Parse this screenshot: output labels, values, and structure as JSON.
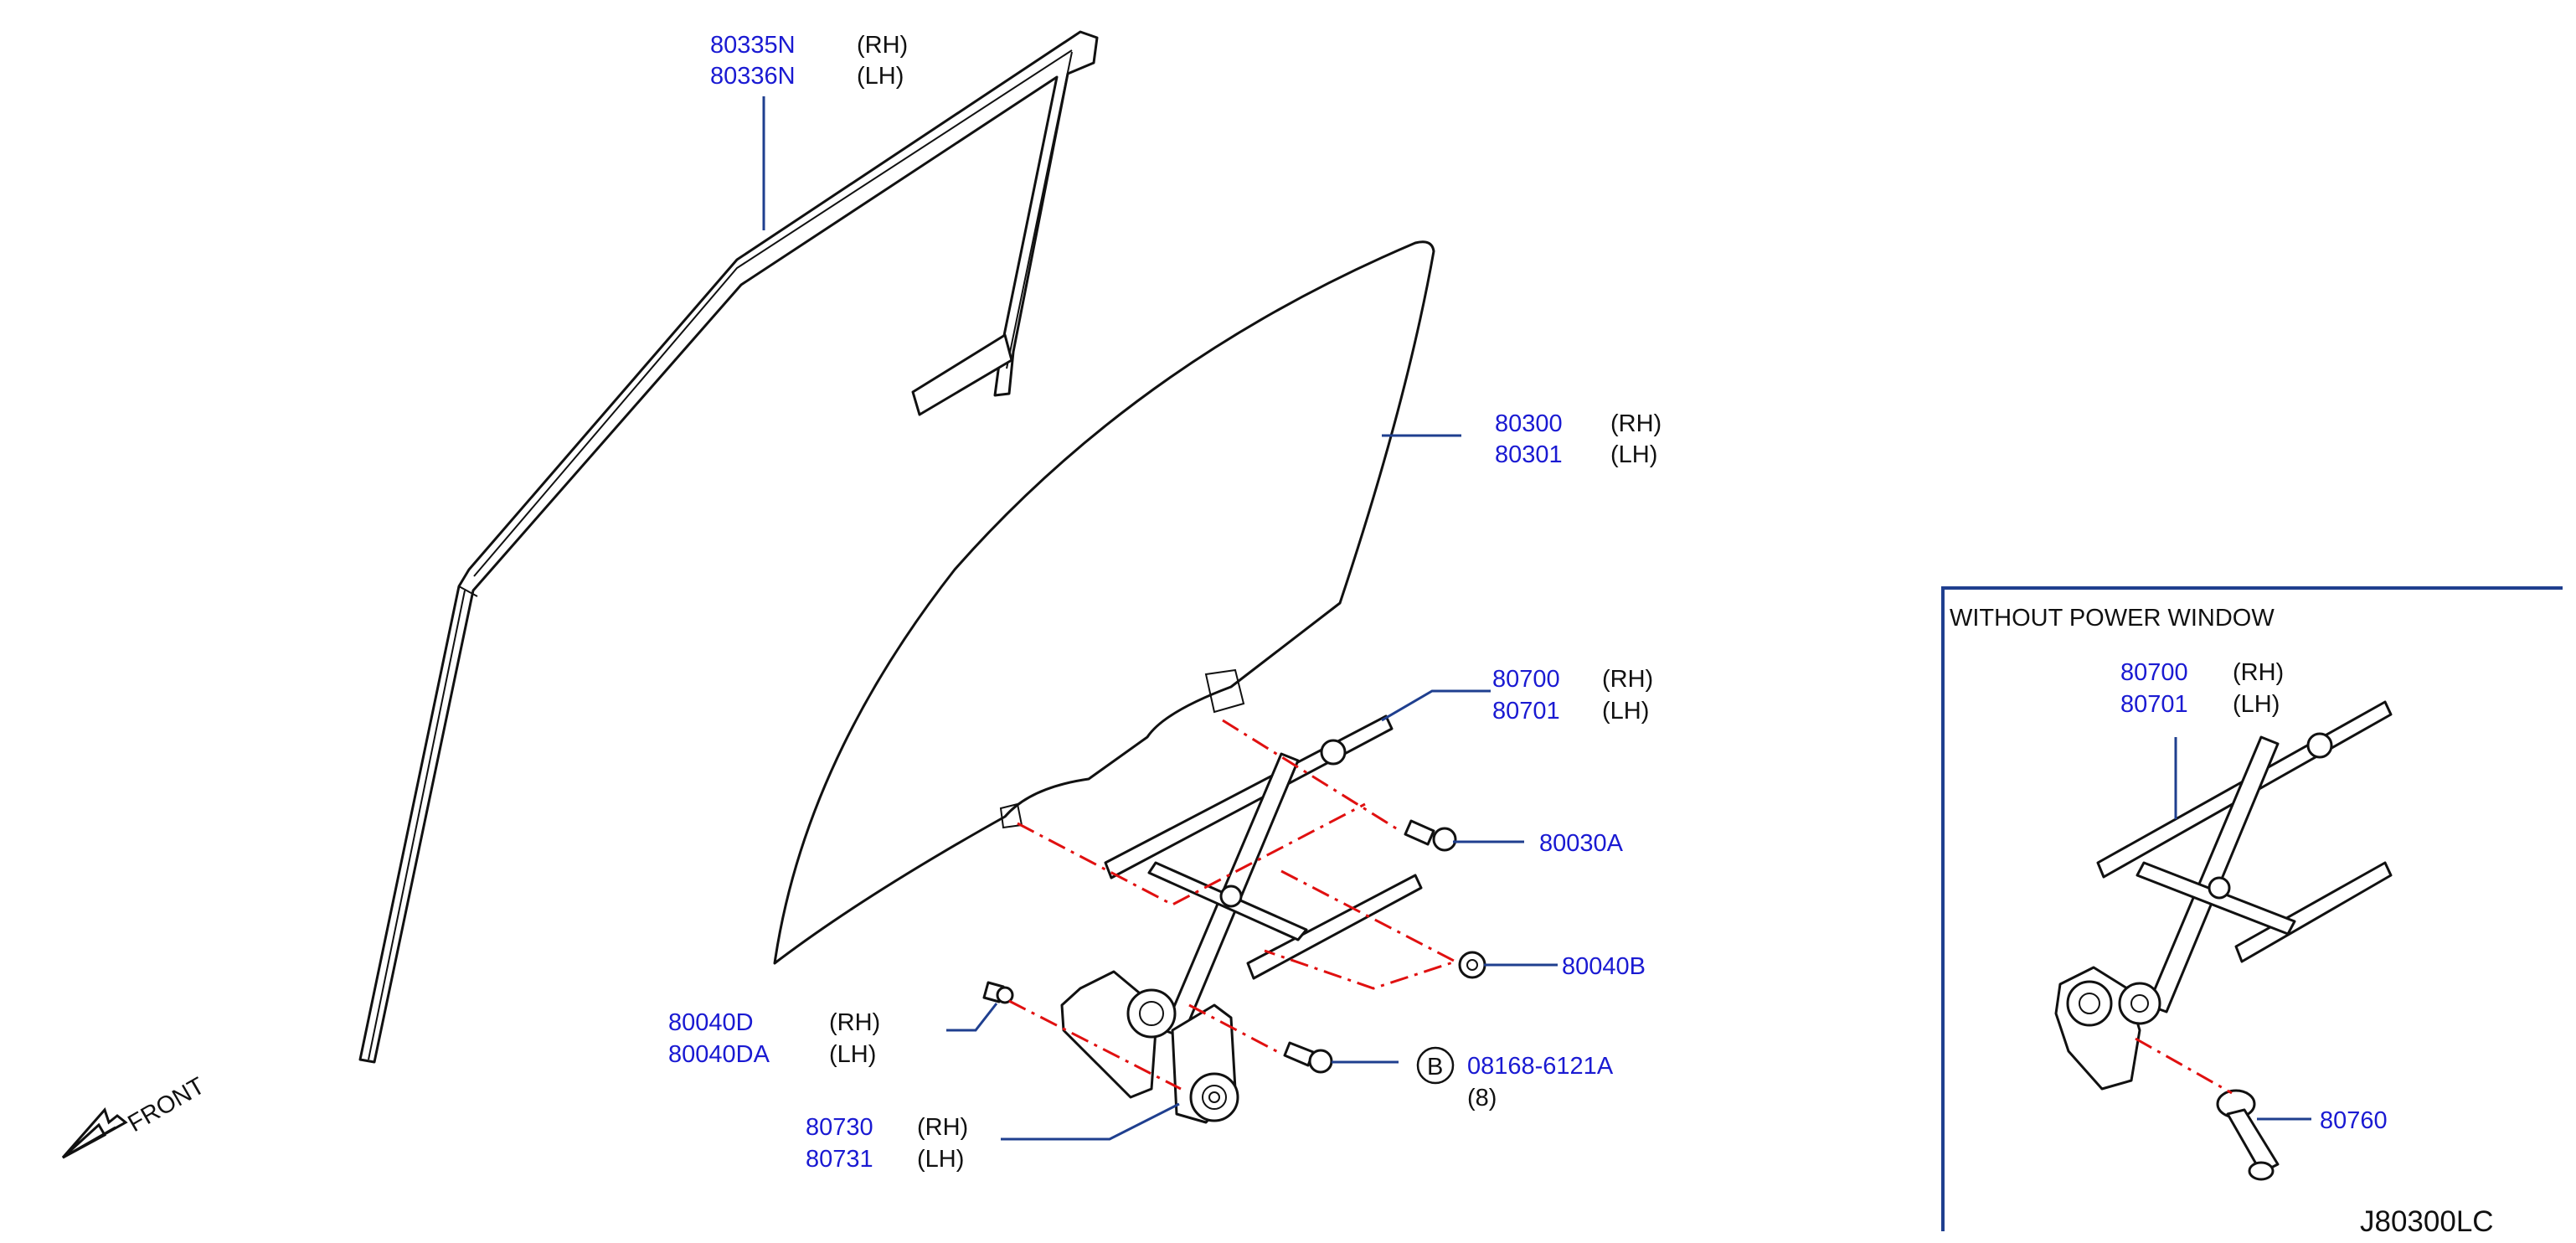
{
  "callouts": {
    "moulding": {
      "pn_rh": "80335N",
      "pn_lh": "80336N",
      "side_rh": "(RH)",
      "side_lh": "(LH)"
    },
    "glass": {
      "pn_rh": "80300",
      "pn_lh": "80301",
      "side_rh": "(RH)",
      "side_lh": "(LH)"
    },
    "regulator": {
      "pn_rh": "80700",
      "pn_lh": "80701",
      "side_rh": "(RH)",
      "side_lh": "(LH)"
    },
    "bolt_a": {
      "pn": "80030A"
    },
    "nut_b": {
      "pn": "80040B"
    },
    "bolt_d": {
      "pn_rh": "80040D",
      "pn_lh": "80040DA",
      "side_rh": "(RH)",
      "side_lh": "(LH)"
    },
    "bolt_b": {
      "marker": "B",
      "pn": "08168-6121A",
      "qty": "(8)"
    },
    "motor": {
      "pn_rh": "80730",
      "pn_lh": "80731",
      "side_rh": "(RH)",
      "side_lh": "(LH)"
    }
  },
  "front_label": "FRONT",
  "inset": {
    "title": "WITHOUT POWER WINDOW",
    "regulator": {
      "pn_rh": "80700",
      "pn_lh": "80701",
      "side_rh": "(RH)",
      "side_lh": "(LH)"
    },
    "handle": {
      "pn": "80760"
    }
  },
  "diagram_code": "J80300LC"
}
